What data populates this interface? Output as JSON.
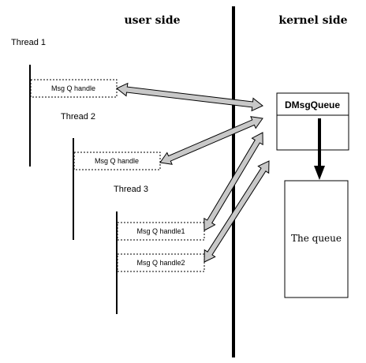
{
  "headers": {
    "user_side": "user side",
    "kernel_side": "kernel side"
  },
  "threads": {
    "t1": "Thread 1",
    "t2": "Thread 2",
    "t3": "Thread 3"
  },
  "handles": {
    "h1": "Msg Q handle",
    "h2": "Msg Q handle",
    "h3a": "Msg Q handle1",
    "h3b": "Msg Q handle2"
  },
  "kernel_object": {
    "title": "DMsgQueue"
  },
  "queue": {
    "label": "The queue"
  },
  "colors": {
    "arrow_fill": "#c8c8c8",
    "line": "#000000",
    "background": "#ffffff"
  }
}
